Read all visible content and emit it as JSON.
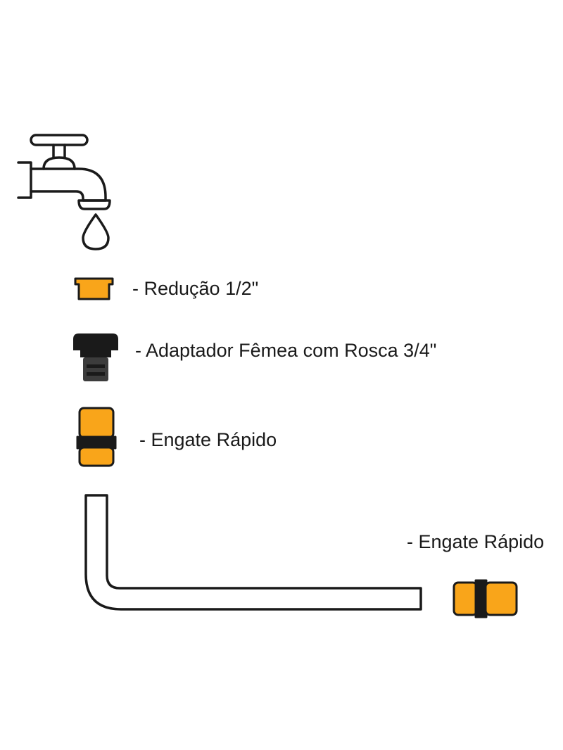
{
  "colors": {
    "orange": "#F9A51A",
    "black": "#1A1A1A",
    "dark_gray": "#3C3C3C",
    "outline": "#1A1A1A",
    "background": "#FFFFFF"
  },
  "icons": {
    "faucet": "faucet-icon",
    "drop": "water-drop-icon",
    "reducer": "reducer-icon",
    "adapter": "female-adapter-icon",
    "connector_vertical": "quick-connector-icon",
    "hose": "hose-icon",
    "connector_horizontal": "quick-connector-icon"
  },
  "labels": {
    "reducao": "- Redução 1/2\"",
    "adaptador": "- Adaptador Fêmea com Rosca 3/4\"",
    "engate_1": "- Engate Rápido",
    "engate_2": "- Engate Rápido"
  }
}
